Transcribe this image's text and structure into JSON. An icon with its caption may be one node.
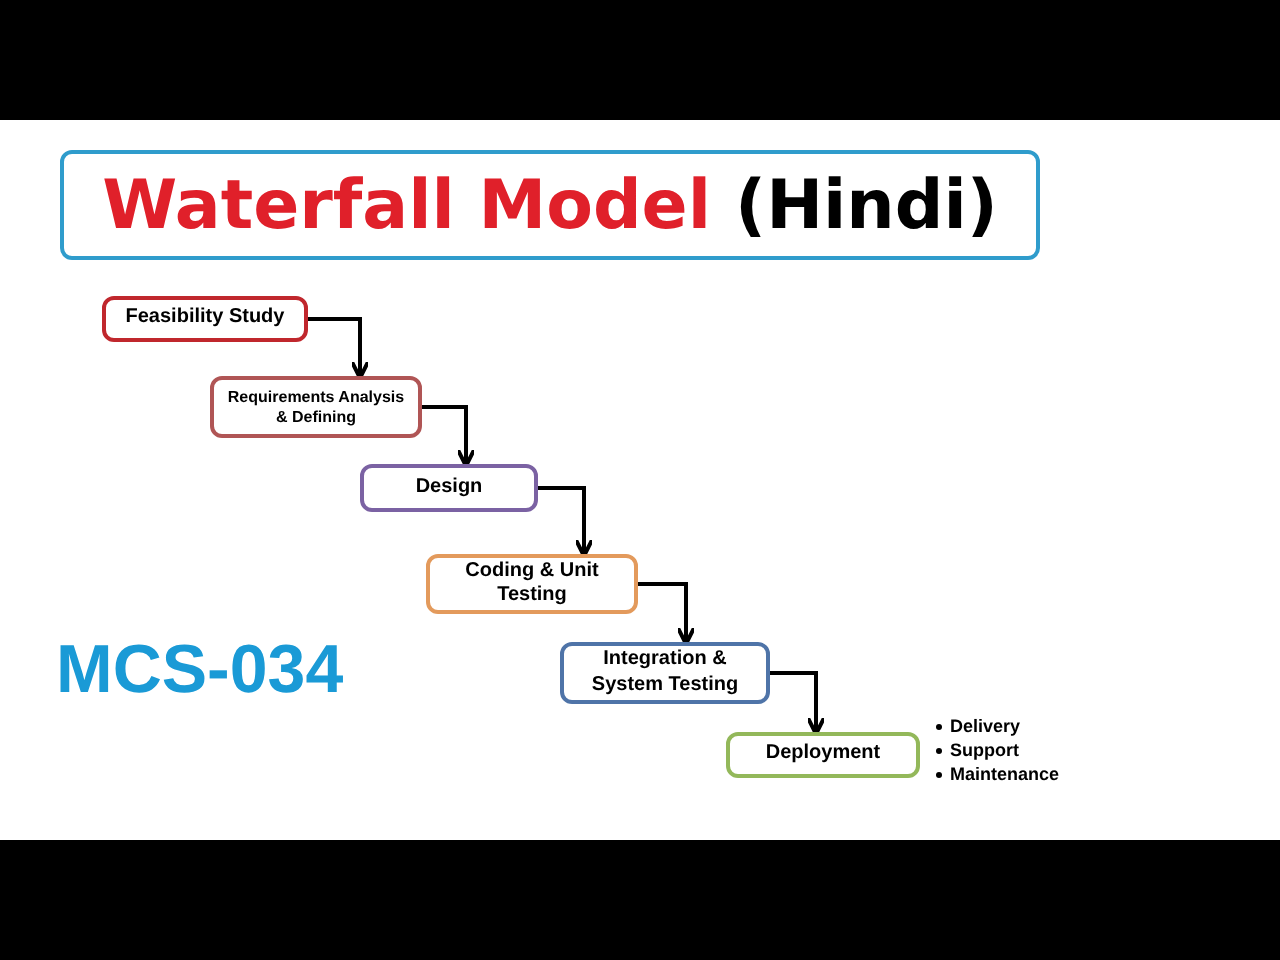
{
  "diagram": {
    "nodes": [
      {
        "text": [
          "Waterfall Model",
          "(Hindi)"
        ]
      },
      {
        "text": [
          "Feasibility Study"
        ]
      },
      {
        "text": [
          "Requirements Analysis & Defining"
        ]
      },
      {
        "text": [
          "Design"
        ]
      },
      {
        "text": [
          "Coding & Unit Testing"
        ]
      },
      {
        "text": [
          "Integration & System Testing"
        ]
      },
      {
        "text": [
          "Deployment"
        ],
        "beside": [
          "Delivery",
          "Support",
          "Maintenance"
        ]
      }
    ],
    "edges": [
      {
        "from": 1,
        "to": 2,
        "arrow": "to"
      },
      {
        "from": 2,
        "to": 3,
        "arrow": "to"
      },
      {
        "from": 3,
        "to": 4,
        "arrow": "to"
      },
      {
        "from": 4,
        "to": 5,
        "arrow": "to"
      },
      {
        "from": 5,
        "to": 6,
        "arrow": "to"
      }
    ],
    "labels": [
      "MCS-034"
    ]
  }
}
